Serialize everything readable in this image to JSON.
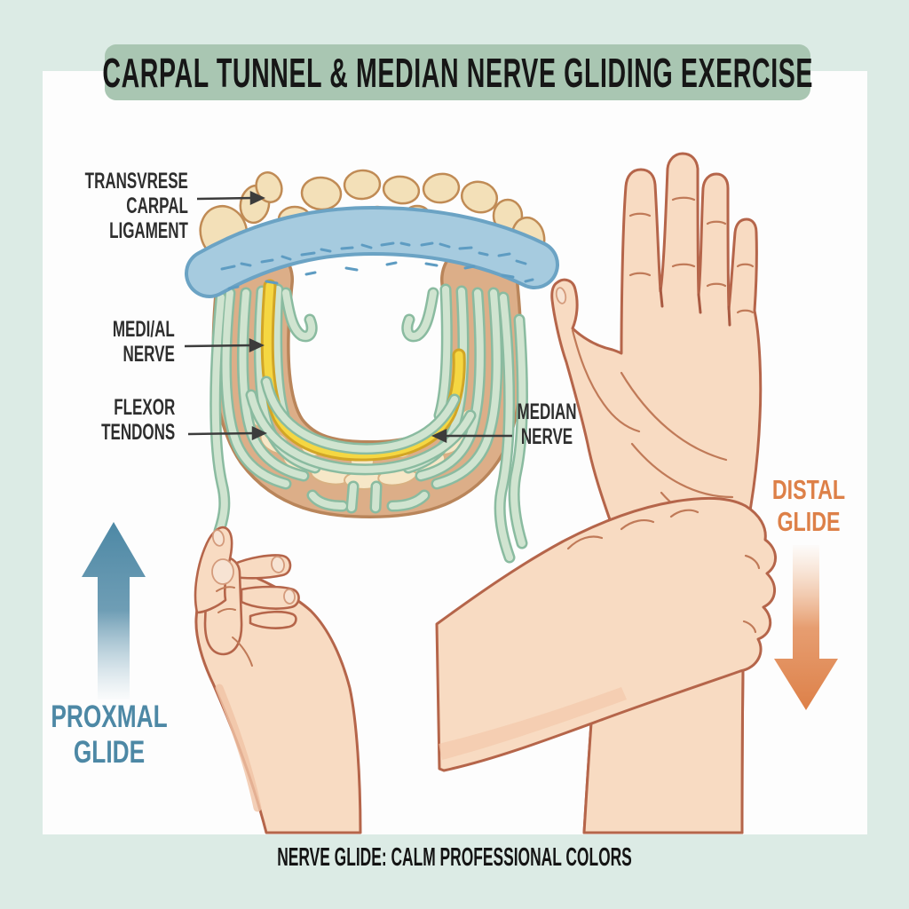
{
  "poster": {
    "title": "CARPAL TUNNEL & MEDIAN NERVE GLIDING EXERCISE",
    "caption": "NERVE GLIDE: CALM PROFESSIONAL COLORS"
  },
  "anatomy_labels": {
    "transverse_carpal_ligament": {
      "lines": [
        "TRANSVRESE",
        "CARPAL",
        "LIGAMENT"
      ]
    },
    "medial_nerve": {
      "lines": [
        "MEDI/AL",
        "NERVE"
      ]
    },
    "flexor_tendons": {
      "lines": [
        "FLEXOR",
        "TENDONS"
      ]
    },
    "median_nerve": {
      "lines": [
        "MEDIAN",
        "NERVE"
      ]
    }
  },
  "direction_labels": {
    "proximal": {
      "lines": [
        "PROXMAL",
        "GLIDE"
      ],
      "arrow_direction": "up",
      "color": "#4d88a5"
    },
    "distal": {
      "lines": [
        "DISTAL",
        "GLIDE"
      ],
      "arrow_direction": "down",
      "color": "#dd8048"
    }
  },
  "icons": {
    "proximal_arrow": "up-arrow-icon",
    "distal_arrow": "down-arrow-icon"
  },
  "colors": {
    "page_background": "#dcebe5",
    "panel_background": "#fdfdfd",
    "banner_background": "#a9c6b2",
    "title_text": "#161616",
    "label_text": "#2e2e2e",
    "proximal_accent": "#4d88a5",
    "distal_accent": "#dd8048",
    "skin": "#f8dbc2",
    "skin_outline": "#b5654a",
    "ligament_fill": "#a6cbdf",
    "ligament_outline": "#6ba3c4",
    "bone_fill": "#f3e0b8",
    "bone_outline": "#c08b55",
    "tunnel_fill": "#dcae88",
    "tunnel_outline": "#b9855a",
    "tendon_fill": "#d0e4d0",
    "tendon_outline": "#8abba0",
    "nerve_fill": "#f5d742",
    "nerve_outline": "#d2a526"
  }
}
